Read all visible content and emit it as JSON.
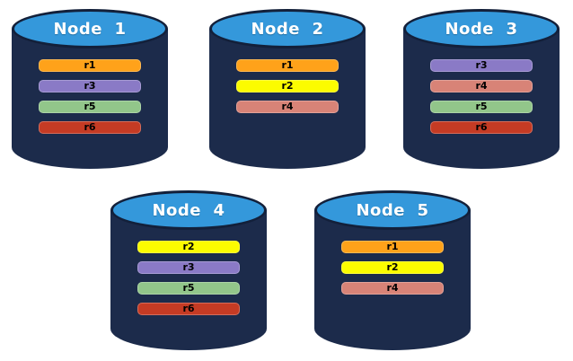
{
  "background": "#FFFFFF",
  "nodes": [
    {
      "label": "Node  1",
      "replicas": [
        "r1",
        "r3",
        "r5",
        "r6"
      ]
    },
    {
      "label": "Node  2",
      "replicas": [
        "r1",
        "r2",
        "r4"
      ]
    },
    {
      "label": "Node  3",
      "replicas": [
        "r3",
        "r4",
        "r5",
        "r6"
      ]
    },
    {
      "label": "Node  4",
      "replicas": [
        "r2",
        "r3",
        "r5",
        "r6"
      ]
    },
    {
      "label": "Node  5",
      "replicas": [
        "r1",
        "r2",
        "r4"
      ]
    }
  ],
  "replica_colors": {
    "r1": "#FFA21A",
    "r2": "#FCFC00",
    "r3": "#8A7AC6",
    "r4": "#D88377",
    "r5": "#92C68A",
    "r6": "#C53B24"
  },
  "cylinder_colors": {
    "body": "#1C2B4B",
    "top": "#3498DB",
    "outline": "#13203A"
  }
}
